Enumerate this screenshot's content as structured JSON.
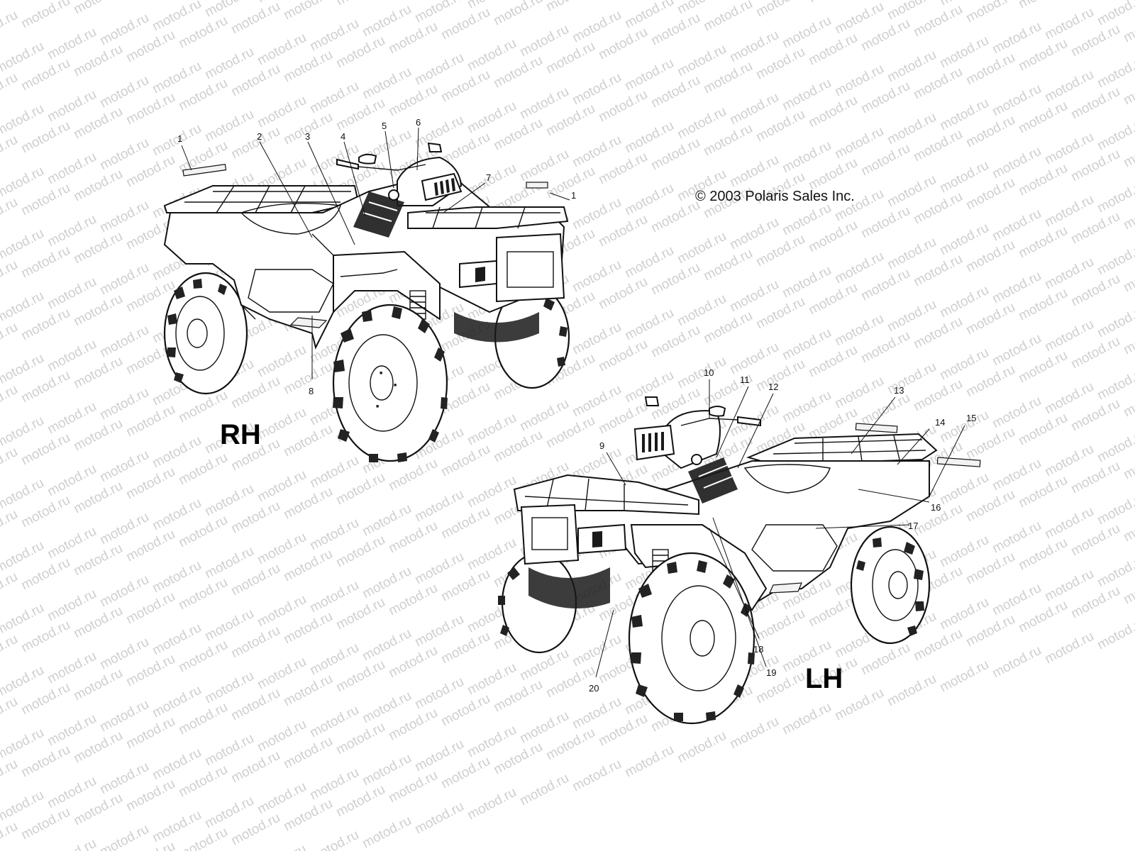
{
  "watermark": {
    "text": "motod.ru"
  },
  "copyright": "© 2003 Polaris Sales Inc.",
  "views": [
    {
      "id": "rh",
      "label": "RH"
    },
    {
      "id": "lh",
      "label": "LH"
    }
  ],
  "callouts": {
    "rh": [
      "1",
      "2",
      "3",
      "4",
      "5",
      "6",
      "7",
      "1",
      "8"
    ],
    "lh": [
      "9",
      "10",
      "11",
      "12",
      "13",
      "14",
      "15",
      "16",
      "17",
      "18",
      "19",
      "20"
    ]
  }
}
